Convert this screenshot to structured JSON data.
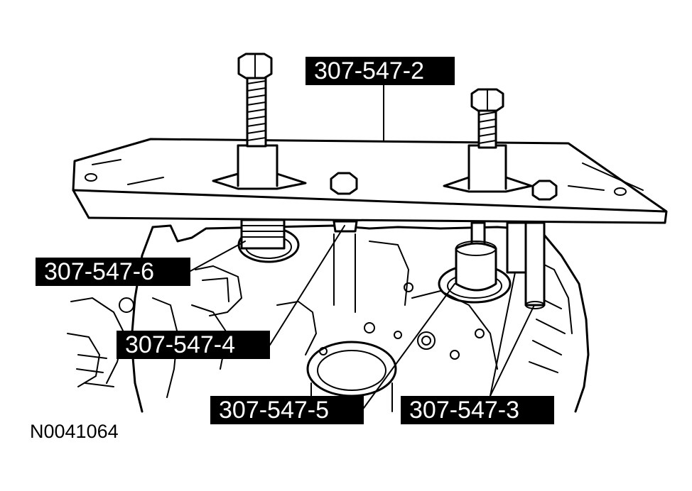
{
  "figure": {
    "id": "N0041064",
    "callouts": {
      "plate": "307-547-2",
      "left_adapter": "307-547-6",
      "center_bolt": "307-547-4",
      "right_adapter": "307-547-5",
      "guide_pins": "307-547-3"
    }
  }
}
